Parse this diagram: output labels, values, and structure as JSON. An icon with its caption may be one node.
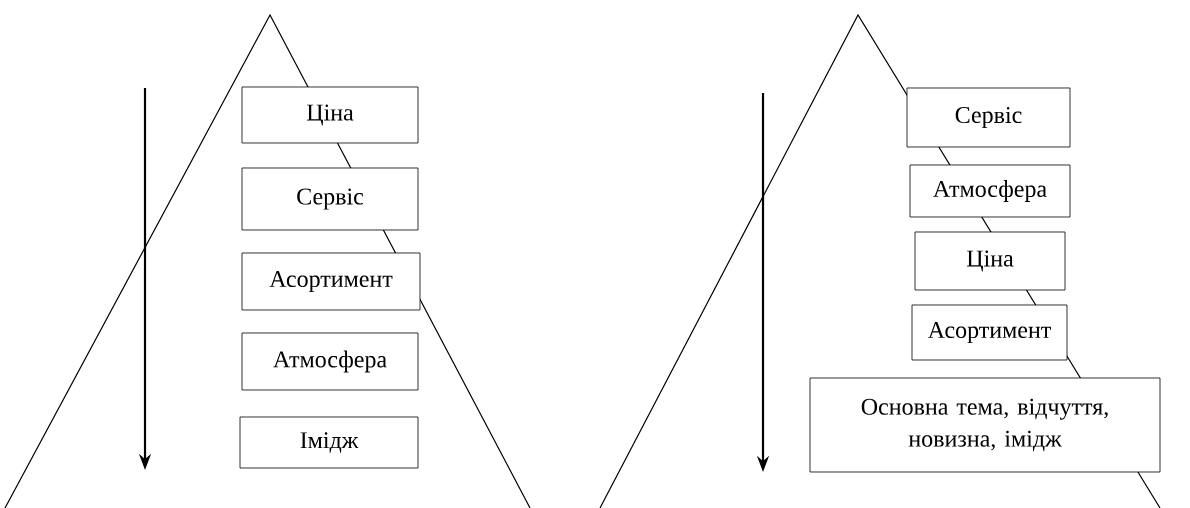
{
  "diagram": {
    "nodes": [
      {
        "text": [
          "Ціна"
        ]
      },
      {
        "text": [
          "Сервіс"
        ]
      },
      {
        "text": [
          "Асортимент"
        ]
      },
      {
        "text": [
          "Атмосфера"
        ]
      },
      {
        "text": [
          "Імідж"
        ]
      },
      {
        "text": [
          "Сервіс"
        ]
      },
      {
        "text": [
          "Атмосфера"
        ]
      },
      {
        "text": [
          "Ціна"
        ]
      },
      {
        "text": [
          "Асортимент"
        ]
      },
      {
        "text": [
          "Основна тема, відчуття, новизна, імідж"
        ]
      }
    ]
  }
}
